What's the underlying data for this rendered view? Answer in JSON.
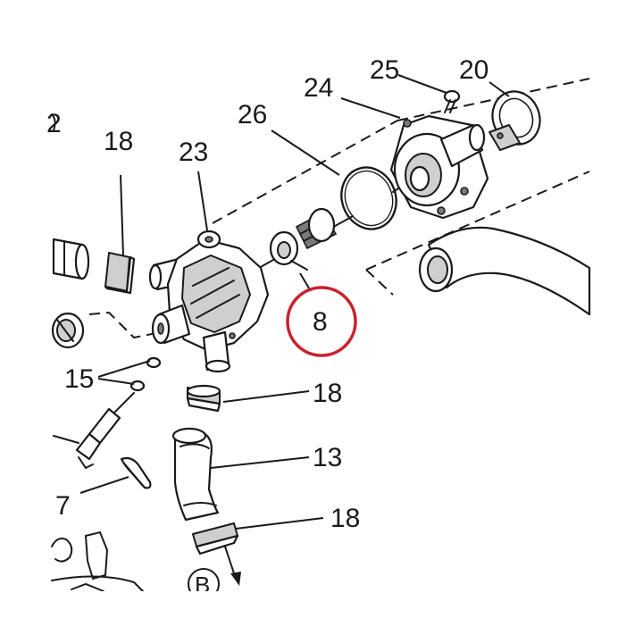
{
  "labels": {
    "l_2": "2",
    "l_18_top": "18",
    "l_23": "23",
    "l_26": "26",
    "l_24": "24",
    "l_25": "25",
    "l_20": "20",
    "l_8": "8",
    "l_15": "15",
    "l_18_mid": "18",
    "l_13": "13",
    "l_18_bot": "18",
    "l_7": "7",
    "l_B": "B"
  },
  "colors": {
    "highlight": "#cc1f2b",
    "ink": "#1a1a1a"
  }
}
